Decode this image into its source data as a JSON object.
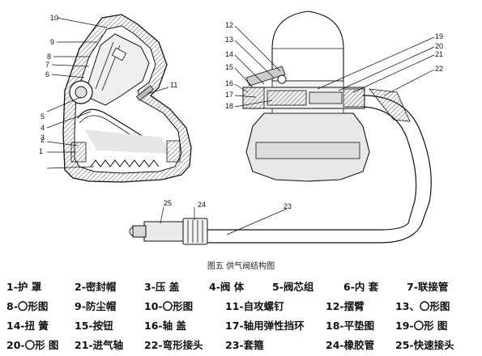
{
  "figure": {
    "caption": "图五    供气阀结构图",
    "callouts": [
      "1",
      "2",
      "3",
      "4",
      "5",
      "6",
      "7",
      "8",
      "9",
      "10",
      "11",
      "12",
      "13",
      "14",
      "15",
      "16",
      "17",
      "18",
      "19",
      "20",
      "21",
      "22",
      "23",
      "24",
      "25"
    ]
  },
  "legend": {
    "rows": [
      [
        "1-护 罩",
        "2-密封帽",
        "3-压 盖",
        "4-阀 体",
        "5-阀芯组",
        "6-内 套",
        "7-联接管"
      ],
      [
        "8-〇形图",
        "9-防尘帽",
        "10-〇形图",
        "11-自攻螺钉",
        "12-摆臂",
        "13、〇形图"
      ],
      [
        "14-扭 簧",
        "15-按钮",
        "16-轴 盖",
        "17-轴用弹性挡环",
        "18-平垫图",
        "19-〇形 图"
      ],
      [
        "20-〇形 图",
        "21-进气轴",
        "22-弯形接头",
        "23-套箍",
        "24-橡胶管",
        "25-快速接头"
      ]
    ]
  }
}
